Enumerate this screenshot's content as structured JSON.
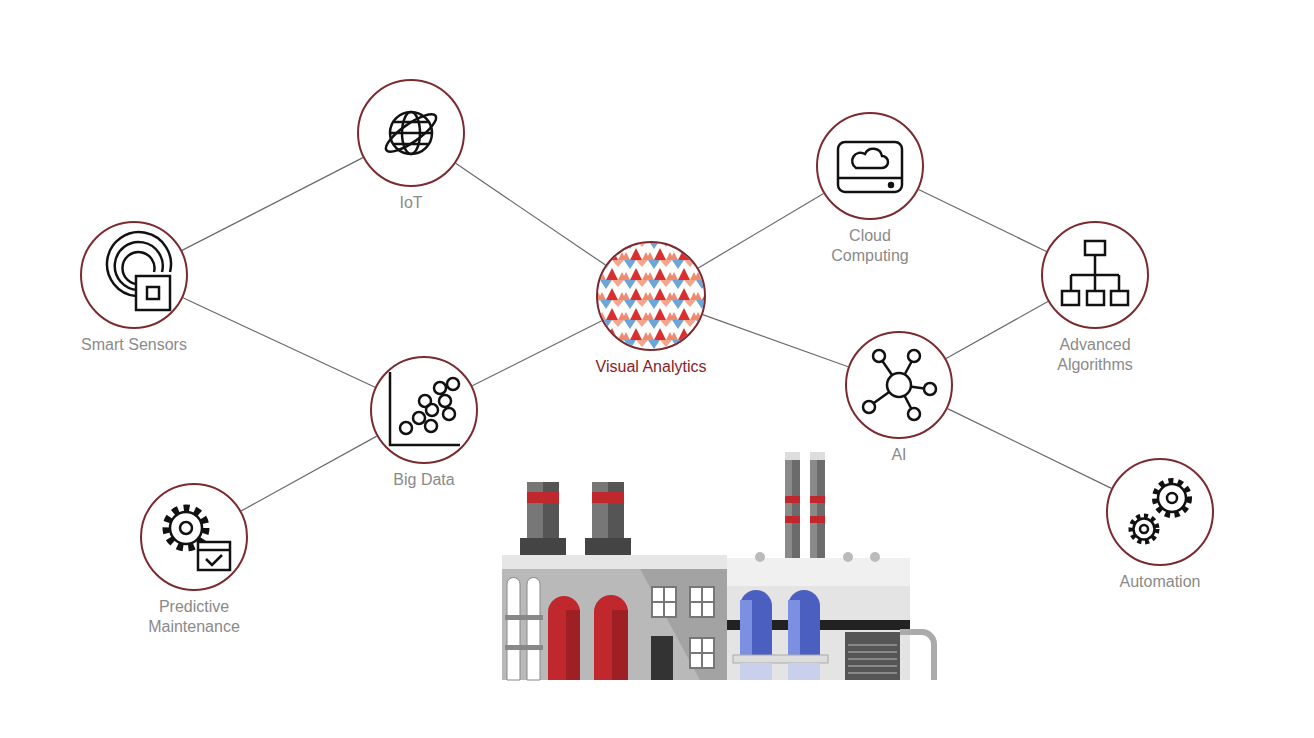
{
  "diagram": {
    "nodes": [
      {
        "text": [
          "IoT"
        ]
      },
      {
        "text": [
          "Cloud Computing"
        ]
      },
      {
        "text": [
          "Smart Sensors"
        ]
      },
      {
        "text": [
          "Advanced Algorithms"
        ]
      },
      {
        "text": [
          "Visual Analytics"
        ]
      },
      {
        "text": [
          "AI"
        ]
      },
      {
        "text": [
          "Big Data"
        ]
      },
      {
        "text": [
          "Automation"
        ]
      },
      {
        "text": [
          "Predictive Maintenance"
        ]
      }
    ],
    "edges": [
      {
        "from": 2,
        "to": 0,
        "arrow": "none"
      },
      {
        "from": 0,
        "to": 4,
        "arrow": "none"
      },
      {
        "from": 2,
        "to": 6,
        "arrow": "none"
      },
      {
        "from": 6,
        "to": 4,
        "arrow": "none"
      },
      {
        "from": 6,
        "to": 8,
        "arrow": "none"
      },
      {
        "from": 4,
        "to": 1,
        "arrow": "none"
      },
      {
        "from": 1,
        "to": 3,
        "arrow": "none"
      },
      {
        "from": 4,
        "to": 5,
        "arrow": "none"
      },
      {
        "from": 5,
        "to": 3,
        "arrow": "none"
      },
      {
        "from": 5,
        "to": 7,
        "arrow": "none"
      }
    ]
  }
}
